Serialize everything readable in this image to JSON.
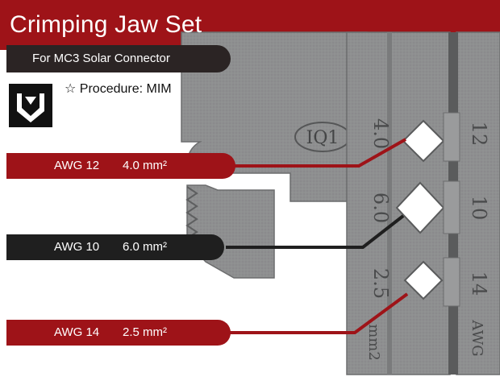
{
  "header": {
    "title": "Crimping Jaw Set",
    "subtitle": "For MC3 Solar Connector"
  },
  "procedure": {
    "symbol": "☆",
    "text": "Procedure: MIM"
  },
  "jaw_markings": {
    "model": "IQ1",
    "sizes_mm": [
      "4.0",
      "6.0",
      "2.5"
    ],
    "unit_mm": "mm",
    "unit_sup": "2",
    "sizes_awg": [
      "12",
      "10",
      "14"
    ],
    "unit_awg": "AWG"
  },
  "callouts": [
    {
      "awg": "AWG 12",
      "mm": "4.0 mm²",
      "color": "#9e1318"
    },
    {
      "awg": "AWG 10",
      "mm": "6.0 mm²",
      "color": "#1f1f1f"
    },
    {
      "awg": "AWG 14",
      "mm": "2.5 mm²",
      "color": "#9e1318"
    }
  ],
  "colors": {
    "brand_red": "#9e1318",
    "dark": "#2b2424",
    "steel": "#8d8e8f"
  },
  "icons": [
    "logo-icon",
    "star-icon"
  ]
}
